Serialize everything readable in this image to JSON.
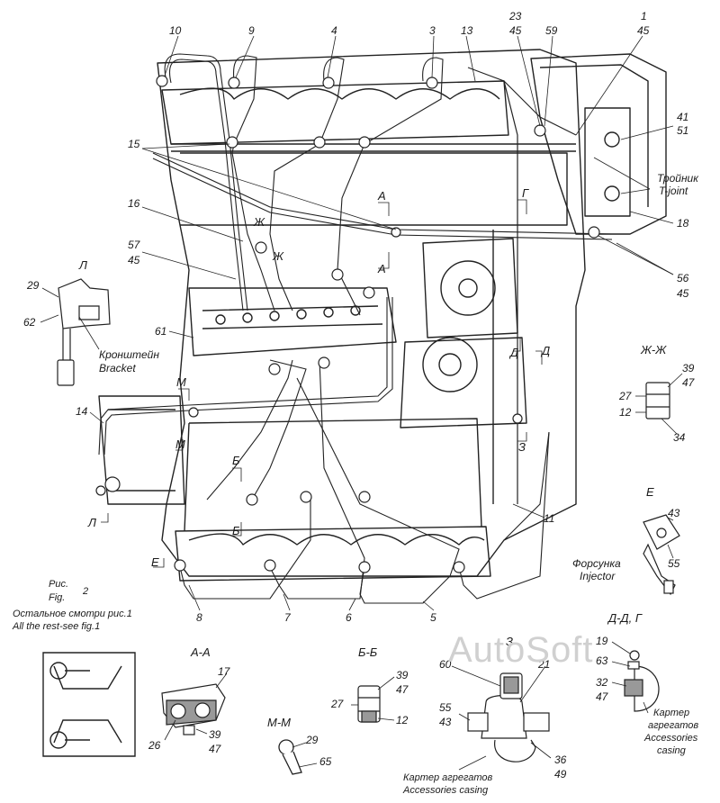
{
  "figure": {
    "fig_ru": "Рис.",
    "fig_en": "Fig.",
    "fig_number": "2",
    "note_ru": "Остальное смотри рис.1",
    "note_en": "All the rest-see fig.1"
  },
  "watermark": "AutoSoft",
  "top_callouts": [
    "10",
    "9",
    "4",
    "3",
    "13"
  ],
  "bottom_callouts": [
    "8",
    "7",
    "6",
    "5"
  ],
  "side_callouts": {
    "c23": "23",
    "c45a": "45",
    "c59": "59",
    "c1": "1",
    "c45b": "45",
    "c41": "41",
    "c51": "51",
    "c18": "18",
    "c56": "56",
    "c45c": "45",
    "c15": "15",
    "c16": "16",
    "c57": "57",
    "c45d": "45",
    "c61": "61",
    "c14": "14",
    "c11": "11"
  },
  "section_marks": {
    "a1": "А",
    "a2": "А",
    "g1": "Г",
    "zh1": "Ж",
    "zh2": "Ж",
    "d1": "Д",
    "d2": "Д",
    "z1": "З",
    "m1": "М",
    "m2": "М",
    "b1": "Б",
    "b2": "Б",
    "l1": "Л",
    "e1": "Е"
  },
  "labels": {
    "tee_ru": "Тройник",
    "tee_en": "T-joint",
    "bracket_ru": "Кронштейн",
    "bracket_en": "Bracket",
    "injector_ru": "Форсунка",
    "injector_en": "Injector",
    "casing_ru": "Картер агрегатов",
    "casing_en": "Accessories casing",
    "casing2_ru1": "Картер",
    "casing2_ru2": "агрегатов",
    "casing2_en1": "Accessories",
    "casing2_en2": "casing"
  },
  "details": {
    "L": {
      "title": "Л",
      "c29": "29",
      "c62": "62"
    },
    "ZhZh": {
      "title": "Ж-Ж",
      "c39": "39",
      "c47": "47",
      "c27": "27",
      "c12": "12",
      "c34": "34"
    },
    "E": {
      "title": "Е",
      "c43": "43",
      "c55": "55"
    },
    "AA": {
      "title": "А-А",
      "c17": "17",
      "c26": "26",
      "c39": "39",
      "c47": "47"
    },
    "BB": {
      "title": "Б-Б",
      "c39": "39",
      "c47": "47",
      "c27": "27",
      "c12": "12"
    },
    "MM": {
      "title": "М-М",
      "c29": "29",
      "c65": "65"
    },
    "Z": {
      "title": "З",
      "c60": "60",
      "c21": "21",
      "c55": "55",
      "c43": "43",
      "c36": "36",
      "c49": "49"
    },
    "DG": {
      "title": "Д-Д, Г",
      "c19": "19",
      "c63": "63",
      "c32": "32",
      "c47": "47"
    }
  }
}
